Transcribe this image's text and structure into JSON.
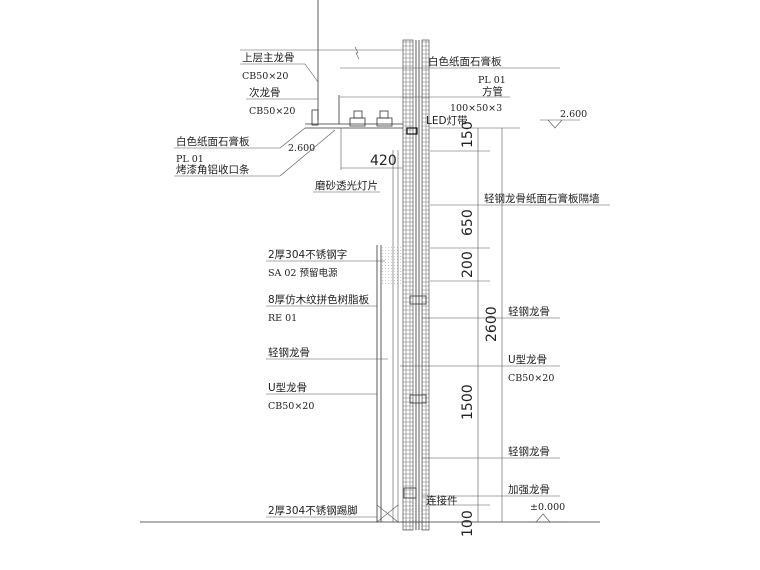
{
  "labels": {
    "upper_main_keel": "上层主龙骨",
    "upper_main_keel_spec": "CB50×20",
    "secondary_keel": "次龙骨",
    "secondary_keel_spec": "CB50×20",
    "white_gypsum_left": "白色纸面石膏板",
    "pl01_left": "PL 01",
    "aluminium_trim": "烤漆角铝收口条",
    "elev_left": "2.600",
    "frosted_lamp": "磨砂透光灯片",
    "white_gypsum_right": "白色纸面石膏板",
    "pl01_right": "PL 01",
    "square_tube": "方管",
    "square_tube_spec": "100×50×3",
    "led_strip": "LED灯带",
    "elev_right": "2.600",
    "partition_wall": "轻钢龙骨纸面石膏板隔墙",
    "steel_letter": "2厚304不锈钢字",
    "sa02_power": "SA 02 预留电源",
    "resin_panel": "8厚仿木纹拼色树脂板",
    "re01": "RE 01",
    "light_keel_left": "轻钢龙骨",
    "u_keel_left": "U型龙骨",
    "u_keel_left_spec": "CB50×20",
    "skirting": "2厚304不锈钢踢脚",
    "light_keel_right1": "轻钢龙骨",
    "u_keel_right": "U型龙骨",
    "u_keel_right_spec": "CB50×20",
    "light_keel_right2": "轻钢龙骨",
    "reinforce_keel": "加强龙骨",
    "connector": "连接件",
    "elev_ground": "±0.000"
  },
  "dimensions": {
    "d420": "420",
    "d150": "150",
    "d650": "650",
    "d200": "200",
    "d2600": "2600",
    "d1500": "1500",
    "d100": "100"
  }
}
